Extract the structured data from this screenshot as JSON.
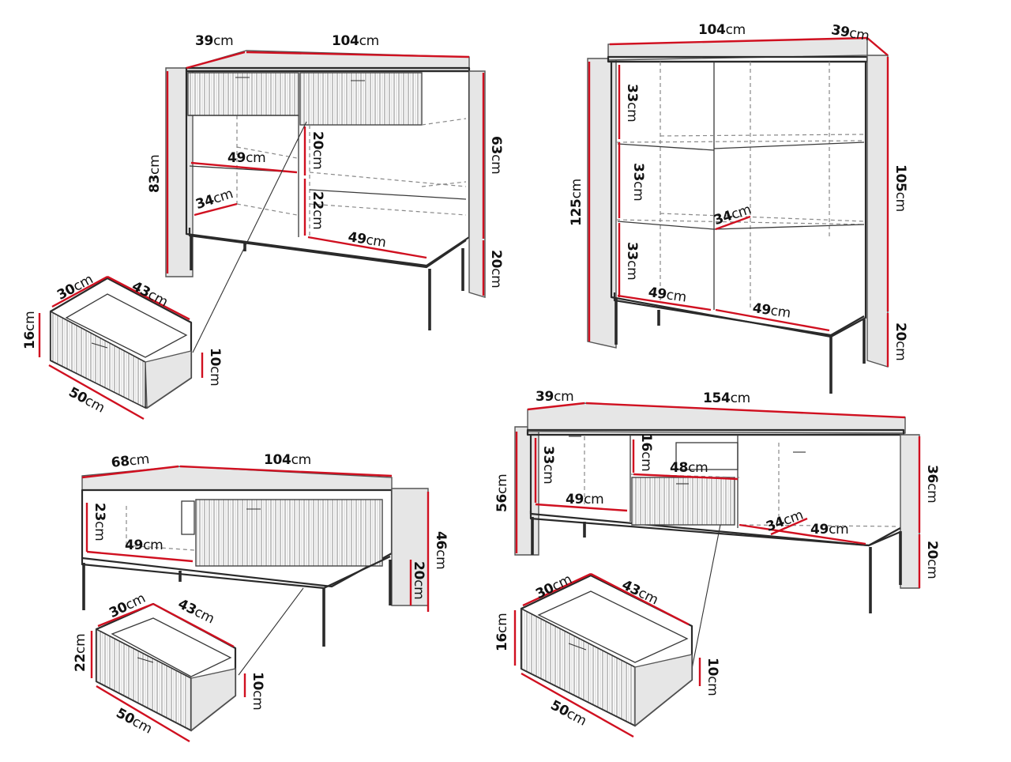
{
  "dresser": {
    "depth": "39",
    "width": "104",
    "height": "83",
    "body_height": "63",
    "leg_height": "20",
    "shelf_depth": "34",
    "shelf_width_top": "49",
    "shelf_width_bottom": "49",
    "drawer_gap": "20",
    "shelf_gap": "22",
    "drawer": {
      "depth": "30",
      "width": "43",
      "front_height": "16",
      "side_height": "10",
      "front_width": "50"
    }
  },
  "cabinet": {
    "width": "104",
    "depth": "39",
    "height": "125",
    "body_height": "105",
    "leg_height": "20",
    "gap_1": "33",
    "gap_2": "33",
    "gap_3": "33",
    "shelf_depth": "34",
    "shelf_width_left": "49",
    "shelf_width_right": "49"
  },
  "coffee_table": {
    "depth": "68",
    "width": "104",
    "height": "46",
    "leg_height": "20",
    "inner_height": "23",
    "inner_width": "49",
    "drawer": {
      "depth": "30",
      "width": "43",
      "front_height": "22",
      "side_height": "10",
      "front_width": "50"
    }
  },
  "tv_stand": {
    "depth": "39",
    "width": "154",
    "height": "56",
    "body_height": "36",
    "leg_height": "20",
    "left_height": "33",
    "left_width": "49",
    "niche_height": "16",
    "niche_width": "48",
    "shelf_depth": "34",
    "right_width": "49",
    "drawer": {
      "depth": "30",
      "width": "43",
      "front_height": "16",
      "side_height": "10",
      "front_width": "50"
    }
  },
  "unit": "cm",
  "colors": {
    "dimension_line": "#d01020",
    "outline": "#2a2a2a",
    "text": "#111111"
  }
}
